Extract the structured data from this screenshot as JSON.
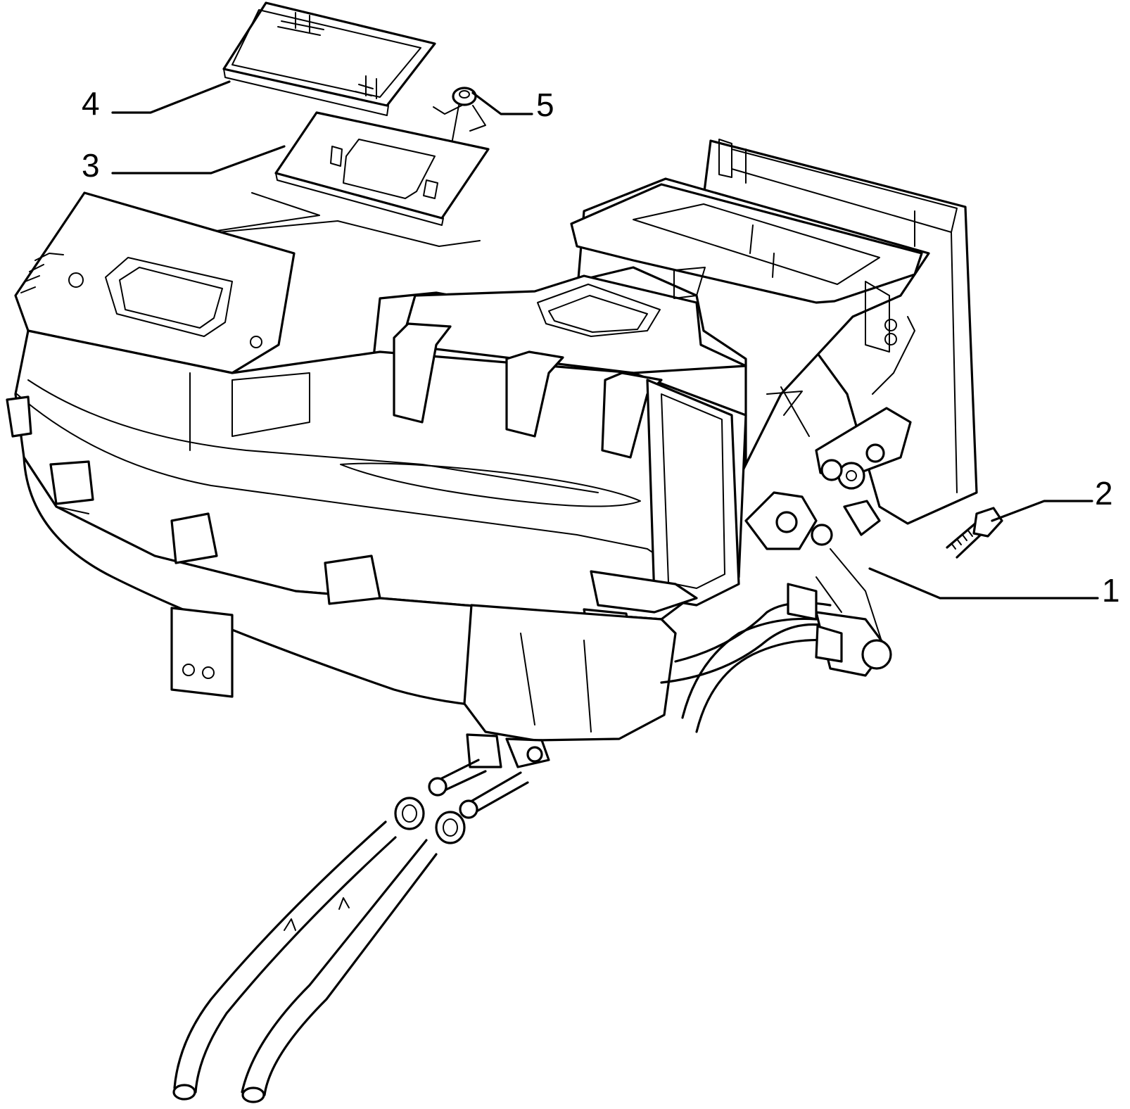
{
  "callouts": [
    {
      "id": "1",
      "label": "1",
      "part": "heater-unit"
    },
    {
      "id": "2",
      "label": "2",
      "part": "screw"
    },
    {
      "id": "3",
      "label": "3",
      "part": "filter-frame"
    },
    {
      "id": "4",
      "label": "4",
      "part": "filter-cover"
    },
    {
      "id": "5",
      "label": "5",
      "part": "nut"
    }
  ],
  "colors": {
    "line": "#000000",
    "background": "#ffffff"
  }
}
